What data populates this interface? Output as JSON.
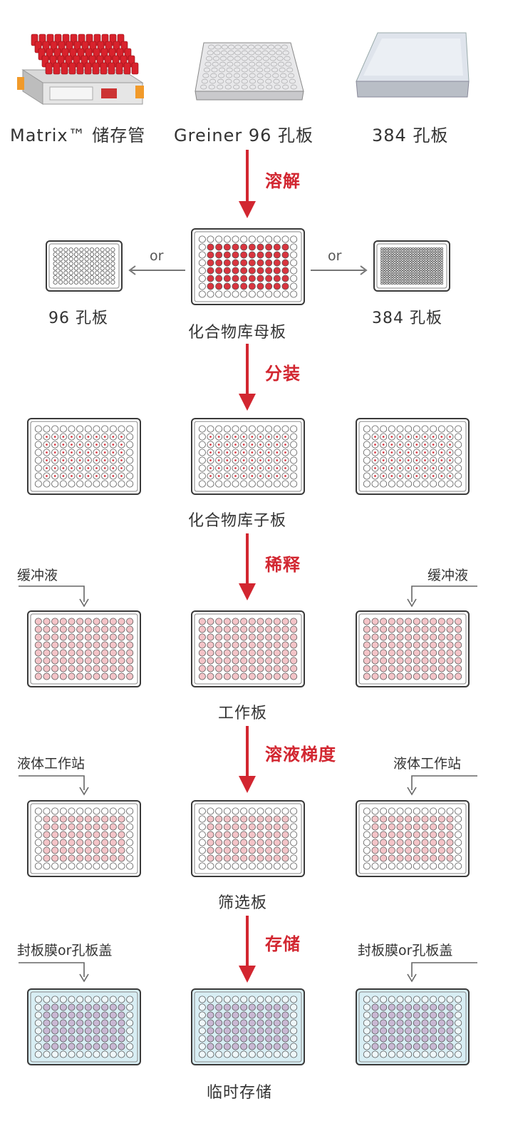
{
  "colors": {
    "accent": "#d22630",
    "well_red": "#d9353f",
    "well_pink": "#f4c4c8",
    "well_lavender": "#c9b8d4",
    "lid_blue": "#d8eef4",
    "outline": "#3a3a3a"
  },
  "icons": [
    "rack-tube-icon",
    "clear-96-plate-icon",
    "384-plate-photo-icon",
    "well-plate-icon",
    "arrow-down-icon"
  ],
  "top_row": [
    {
      "label": "Matrix™ 储存管"
    },
    {
      "label": "Greiner 96 孔板"
    },
    {
      "label": "384 孔板"
    }
  ],
  "steps": [
    "溶解",
    "分装",
    "稀释",
    "溶液梯度",
    "存储"
  ],
  "mother": {
    "center": "化合物库母板",
    "left": "96 孔板",
    "right": "384 孔板",
    "or_left": "or",
    "or_right": "or"
  },
  "child_label": "化合物库子板",
  "working": {
    "label": "工作板",
    "left_input": "缓冲液",
    "right_input": "缓冲液"
  },
  "screening": {
    "label": "筛选板",
    "left_input": "液体工作站",
    "right_input": "液体工作站"
  },
  "storage": {
    "label": "临时存储",
    "left_input": "封板膜or孔板盖",
    "right_input": "封板膜or孔板盖"
  }
}
